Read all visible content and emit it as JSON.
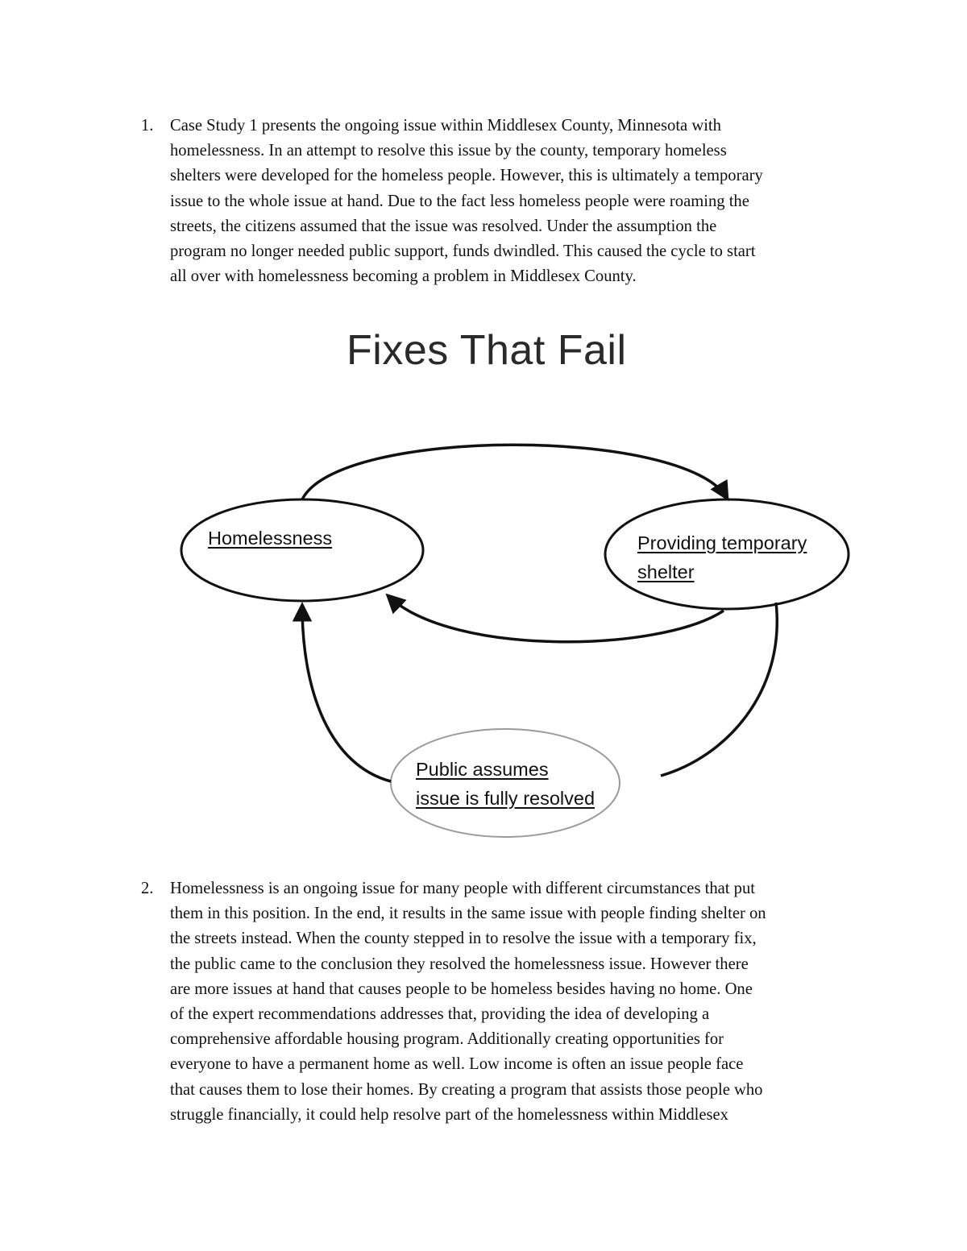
{
  "paragraph1": {
    "number": "1.",
    "lines": [
      "Case Study 1 presents the ongoing issue within Middlesex County, Minnesota with",
      "homelessness. In an attempt to resolve this issue by the county, temporary homeless",
      "shelters were developed for the homeless people. However, this is ultimately a temporary",
      "issue to the whole issue at hand. Due to the fact less homeless people were roaming the",
      "streets, the citizens assumed that the issue was resolved. Under the assumption the",
      "program no longer needed public support, funds dwindled. This caused the cycle to start",
      "all over with homelessness becoming a problem in Middlesex County."
    ]
  },
  "diagram": {
    "title": "Fixes That Fail",
    "nodes": {
      "homelessness": [
        "Homelessness"
      ],
      "shelter": [
        "Providing temporary",
        "shelter"
      ],
      "public": [
        "Public assumes",
        "issue is fully resolved"
      ]
    }
  },
  "paragraph2": {
    "number": "2.",
    "lines": [
      "Homelessness is an ongoing issue for many people with different circumstances that put",
      "them in this position. In the end, it results in the same issue with people finding shelter on",
      "the streets instead. When the county stepped in to resolve the issue with a temporary fix,",
      "the public came to the conclusion they resolved the homelessness issue. However there",
      "are more issues at hand that causes people to be homeless besides having no home. One",
      "of the expert recommendations addresses that, providing the idea of developing a",
      "comprehensive affordable housing program. Additionally creating opportunities for",
      "everyone to have a permanent home as well.  Low income is often an issue people face",
      "that causes them to lose their homes. By creating a program that assists those people who",
      "struggle financially, it could help resolve part of the homelessness within Middlesex"
    ]
  }
}
